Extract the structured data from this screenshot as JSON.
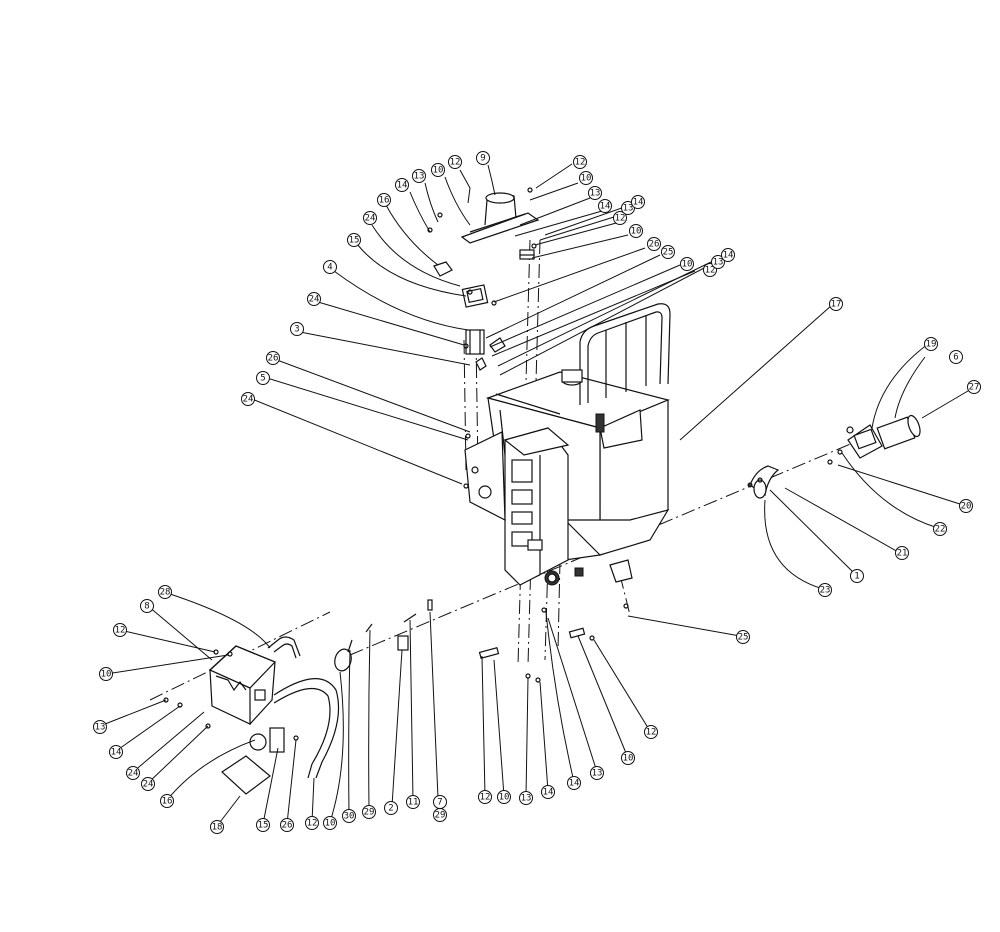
{
  "diagram": {
    "callouts": [
      {
        "label": "9"
      },
      {
        "label": "12"
      },
      {
        "label": "10"
      },
      {
        "label": "13"
      },
      {
        "label": "14"
      },
      {
        "label": "12"
      },
      {
        "label": "10"
      },
      {
        "label": "13"
      },
      {
        "label": "14"
      },
      {
        "label": "12"
      },
      {
        "label": "13"
      },
      {
        "label": "14"
      },
      {
        "label": "10"
      },
      {
        "label": "16"
      },
      {
        "label": "24"
      },
      {
        "label": "15"
      },
      {
        "label": "26"
      },
      {
        "label": "25"
      },
      {
        "label": "10"
      },
      {
        "label": "12"
      },
      {
        "label": "13"
      },
      {
        "label": "14"
      },
      {
        "label": "4"
      },
      {
        "label": "24"
      },
      {
        "label": "3"
      },
      {
        "label": "26"
      },
      {
        "label": "5"
      },
      {
        "label": "24"
      },
      {
        "label": "17"
      },
      {
        "label": "19"
      },
      {
        "label": "6"
      },
      {
        "label": "27"
      },
      {
        "label": "20"
      },
      {
        "label": "22"
      },
      {
        "label": "21"
      },
      {
        "label": "1"
      },
      {
        "label": "23"
      },
      {
        "label": "25"
      },
      {
        "label": "28"
      },
      {
        "label": "8"
      },
      {
        "label": "12"
      },
      {
        "label": "10"
      },
      {
        "label": "13"
      },
      {
        "label": "14"
      },
      {
        "label": "24"
      },
      {
        "label": "24"
      },
      {
        "label": "16"
      },
      {
        "label": "18"
      },
      {
        "label": "15"
      },
      {
        "label": "26"
      },
      {
        "label": "12"
      },
      {
        "label": "10"
      },
      {
        "label": "30"
      },
      {
        "label": "29"
      },
      {
        "label": "2"
      },
      {
        "label": "11"
      },
      {
        "label": "7"
      },
      {
        "label": "29"
      },
      {
        "label": "12"
      },
      {
        "label": "10"
      },
      {
        "label": "13"
      },
      {
        "label": "14"
      },
      {
        "label": "14"
      },
      {
        "label": "13"
      },
      {
        "label": "10"
      },
      {
        "label": "12"
      }
    ]
  }
}
